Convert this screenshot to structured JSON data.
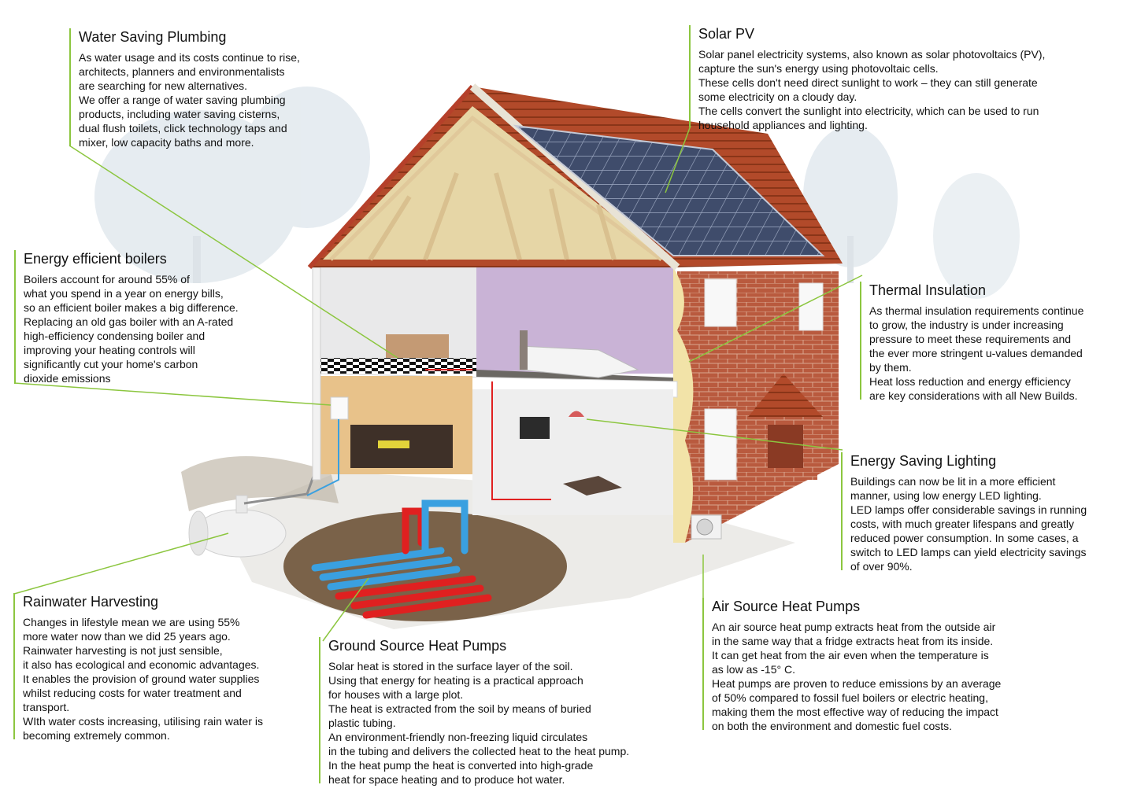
{
  "callouts": {
    "water_saving": {
      "title": "Water Saving Plumbing",
      "lines": [
        "As water usage and its costs continue to rise,",
        "architects, planners and environmentalists",
        "are searching for new alternatives.",
        "We offer a range of water saving plumbing",
        "products, including water saving cisterns,",
        "dual flush toilets, click technology taps and",
        "mixer, low capacity baths and more."
      ]
    },
    "solar_pv": {
      "title": "Solar PV",
      "lines": [
        "Solar panel electricity systems, also known as solar photovoltaics (PV),",
        "capture the sun's energy using photovoltaic cells.",
        "These cells don't need direct sunlight to work – they can still generate",
        "some electricity on a cloudy day.",
        "The cells convert the sunlight into electricity, which can be used to run",
        "household appliances and lighting."
      ]
    },
    "boilers": {
      "title": "Energy efficient boilers",
      "lines": [
        "Boilers account for around 55% of",
        "what you spend in a year on energy bills,",
        "so an efficient boiler makes a big difference.",
        "Replacing an old gas boiler with an A-rated",
        "high-efficiency condensing boiler and",
        "improving your heating controls will",
        "significantly cut your home's carbon",
        "dioxide emissions"
      ]
    },
    "thermal": {
      "title": "Thermal Insulation",
      "lines": [
        "As thermal insulation requirements continue",
        "to grow, the industry is under increasing",
        "pressure to meet these requirements and",
        "the ever more stringent u-values demanded",
        "by them.",
        "Heat loss reduction and energy efficiency",
        "are key considerations with all New Builds."
      ]
    },
    "lighting": {
      "title": "Energy Saving Lighting",
      "lines": [
        "Buildings can now be lit in a more efficient",
        "manner, using low energy LED lighting.",
        "LED lamps offer considerable savings in running",
        "costs, with much greater lifespans and greatly",
        "reduced power consumption. In some cases, a",
        "switch to LED lamps can yield electricity savings",
        "of over 90%."
      ]
    },
    "rainwater": {
      "title": "Rainwater Harvesting",
      "lines": [
        "Changes in lifestyle mean we are using 55%",
        "more water now than we did 25 years ago.",
        "Rainwater harvesting is not just sensible,",
        "it also has ecological and economic advantages.",
        "It enables the provision of ground water supplies",
        "whilst reducing costs for water treatment and",
        "transport.",
        "WIth water costs increasing, utilising rain water is",
        "becoming extremely common."
      ]
    },
    "ground_source": {
      "title": "Ground Source Heat Pumps",
      "lines": [
        "Solar heat is stored in the surface layer of the soil.",
        "Using that energy for heating is a practical approach",
        "for houses with a large plot.",
        "The heat is extracted from the soil by means of buried",
        "plastic tubing.",
        "An environment-friendly non-freezing liquid circulates",
        "in the tubing and delivers the collected heat to the heat pump.",
        "In the heat pump the heat is converted into high-grade",
        "heat for space heating and to produce hot water."
      ]
    },
    "air_source": {
      "title": "Air Source Heat Pumps",
      "lines": [
        "An air source heat pump extracts heat from the outside air",
        "in the same way that a fridge extracts heat from its inside.",
        "It can get heat from the air even when the temperature is",
        "as low as -15° C.",
        "Heat pumps are proven to reduce emissions by an average",
        "of 50% compared to fossil fuel boilers or electric heating,",
        "making them the most effective way of reducing the impact",
        "on both the environment and domestic fuel costs."
      ]
    }
  },
  "colors": {
    "leader": "#8cc63f",
    "brick": "#b5533a",
    "roof_tile": "#b04a2a",
    "solar_panel": "#3d4a66",
    "ground": "#8a7560",
    "pipe_hot": "#e02020",
    "pipe_cold": "#3aa0e0"
  }
}
